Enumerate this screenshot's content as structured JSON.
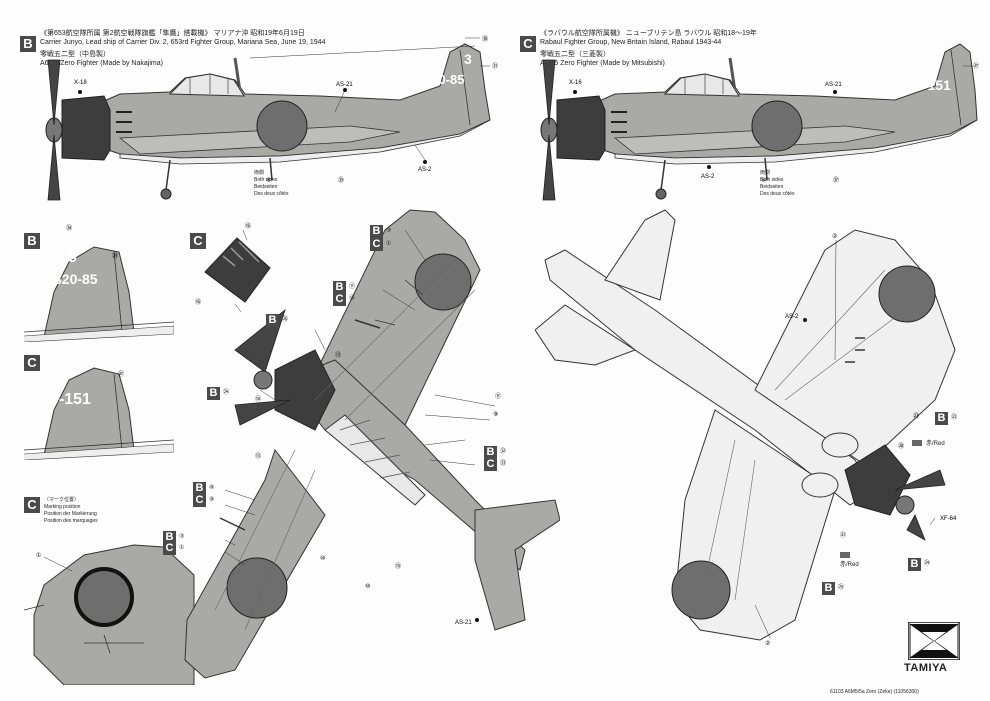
{
  "header_b": {
    "letter": "B",
    "line1": "《第653航空隊所属 第2航空戦隊旗艦「隼鷹」搭載機》 マリアナ沖 昭和19年6月19日",
    "line2": "Carrier Junyo, Lead ship of Carrier Div. 2, 653rd Fighter Group, Mariana Sea, June 19, 1944",
    "line3": "零戦五二型（中島製）",
    "line4": "A6M5 Zero Fighter (Made by Nakajima)"
  },
  "header_c": {
    "letter": "C",
    "line1": "《ラバウル航空隊所属機》 ニューブリテン島 ラバウル 昭和18〜19年",
    "line2": "Rabaul Fighter Group, New Britain Island, Rabaul 1943-44",
    "line3": "零戦五二型（三菱製）",
    "line4": "A6M5 Zero Fighter (Made by Mitsubishi)"
  },
  "side_b": {
    "tail_top": "3",
    "tail_code": "320-85",
    "refs": [
      "X-18",
      "AS-21",
      "AS-2",
      "⑤",
      "㉟",
      "㉚",
      "㉛"
    ],
    "both_sides": [
      "両側",
      "Both sides",
      "Beidseiten",
      "Des deux côtés"
    ]
  },
  "side_c": {
    "tail_code": "9-151",
    "refs": [
      "X-16",
      "AS-21",
      "AS-2",
      "④",
      "㊲",
      "㉗"
    ],
    "both_sides": [
      "両側",
      "Both sides",
      "Beidseiten",
      "Des deux côtés"
    ]
  },
  "detail_b_tail": {
    "letter": "B",
    "top": "3",
    "code": "320-85",
    "refs": [
      "㉞",
      "㉙"
    ]
  },
  "detail_c_tail": {
    "letter": "C",
    "code": "9-151",
    "ref": "㉗"
  },
  "detail_c_cowl": {
    "letter": "C",
    "refs": [
      "⑯",
      "⑯"
    ]
  },
  "marking": {
    "letter": "C",
    "jp": "（マーク位置）",
    "en": "Marking position",
    "de": "Position der Markierung",
    "fr": "Position des marquages",
    "ref": "①"
  },
  "upper_callouts": [
    {
      "letter": "B",
      "num": "③"
    },
    {
      "letter": "C",
      "num": "①"
    },
    {
      "letter": "B",
      "num": "⑪"
    },
    {
      "letter": "C",
      "num": "⑫"
    },
    {
      "letter": "B",
      "num": "㉖"
    },
    {
      "letter": "B",
      "num": "㉔"
    },
    {
      "letter": "B",
      "num": "㉜"
    },
    {
      "letter": "C",
      "num": "㉝"
    },
    {
      "letter": "B",
      "num": "⑧"
    },
    {
      "letter": "C",
      "num": "⑨"
    },
    {
      "letter": "B",
      "num": "③"
    },
    {
      "letter": "C",
      "num": "①"
    }
  ],
  "upper_refs": [
    "⑬",
    "⑭",
    "⑪",
    "⑨",
    "⑮",
    "⑩",
    "⑬",
    "⑩"
  ],
  "upper_as": "AS-21",
  "lower_refs": [
    "②",
    "②",
    "AS-2",
    "⑳",
    "㉑",
    "㉓",
    "XF-64"
  ],
  "lower_callouts": [
    {
      "letter": "B",
      "num": "㉓"
    },
    {
      "letter": "B",
      "num": "㉔"
    },
    {
      "letter": "B",
      "num": "㉕"
    }
  ],
  "red_labels": [
    "赤/Red",
    "赤/Red"
  ],
  "brand": "TAMIYA",
  "footer": "61103 A6M5/5a Zero (Zeke) (11056300)",
  "colors": {
    "gray_green": "#a9a9a6",
    "hinomaru": "#6e6e6e",
    "cowl": "#3d3d3d",
    "underside": "#f0f0f0"
  }
}
